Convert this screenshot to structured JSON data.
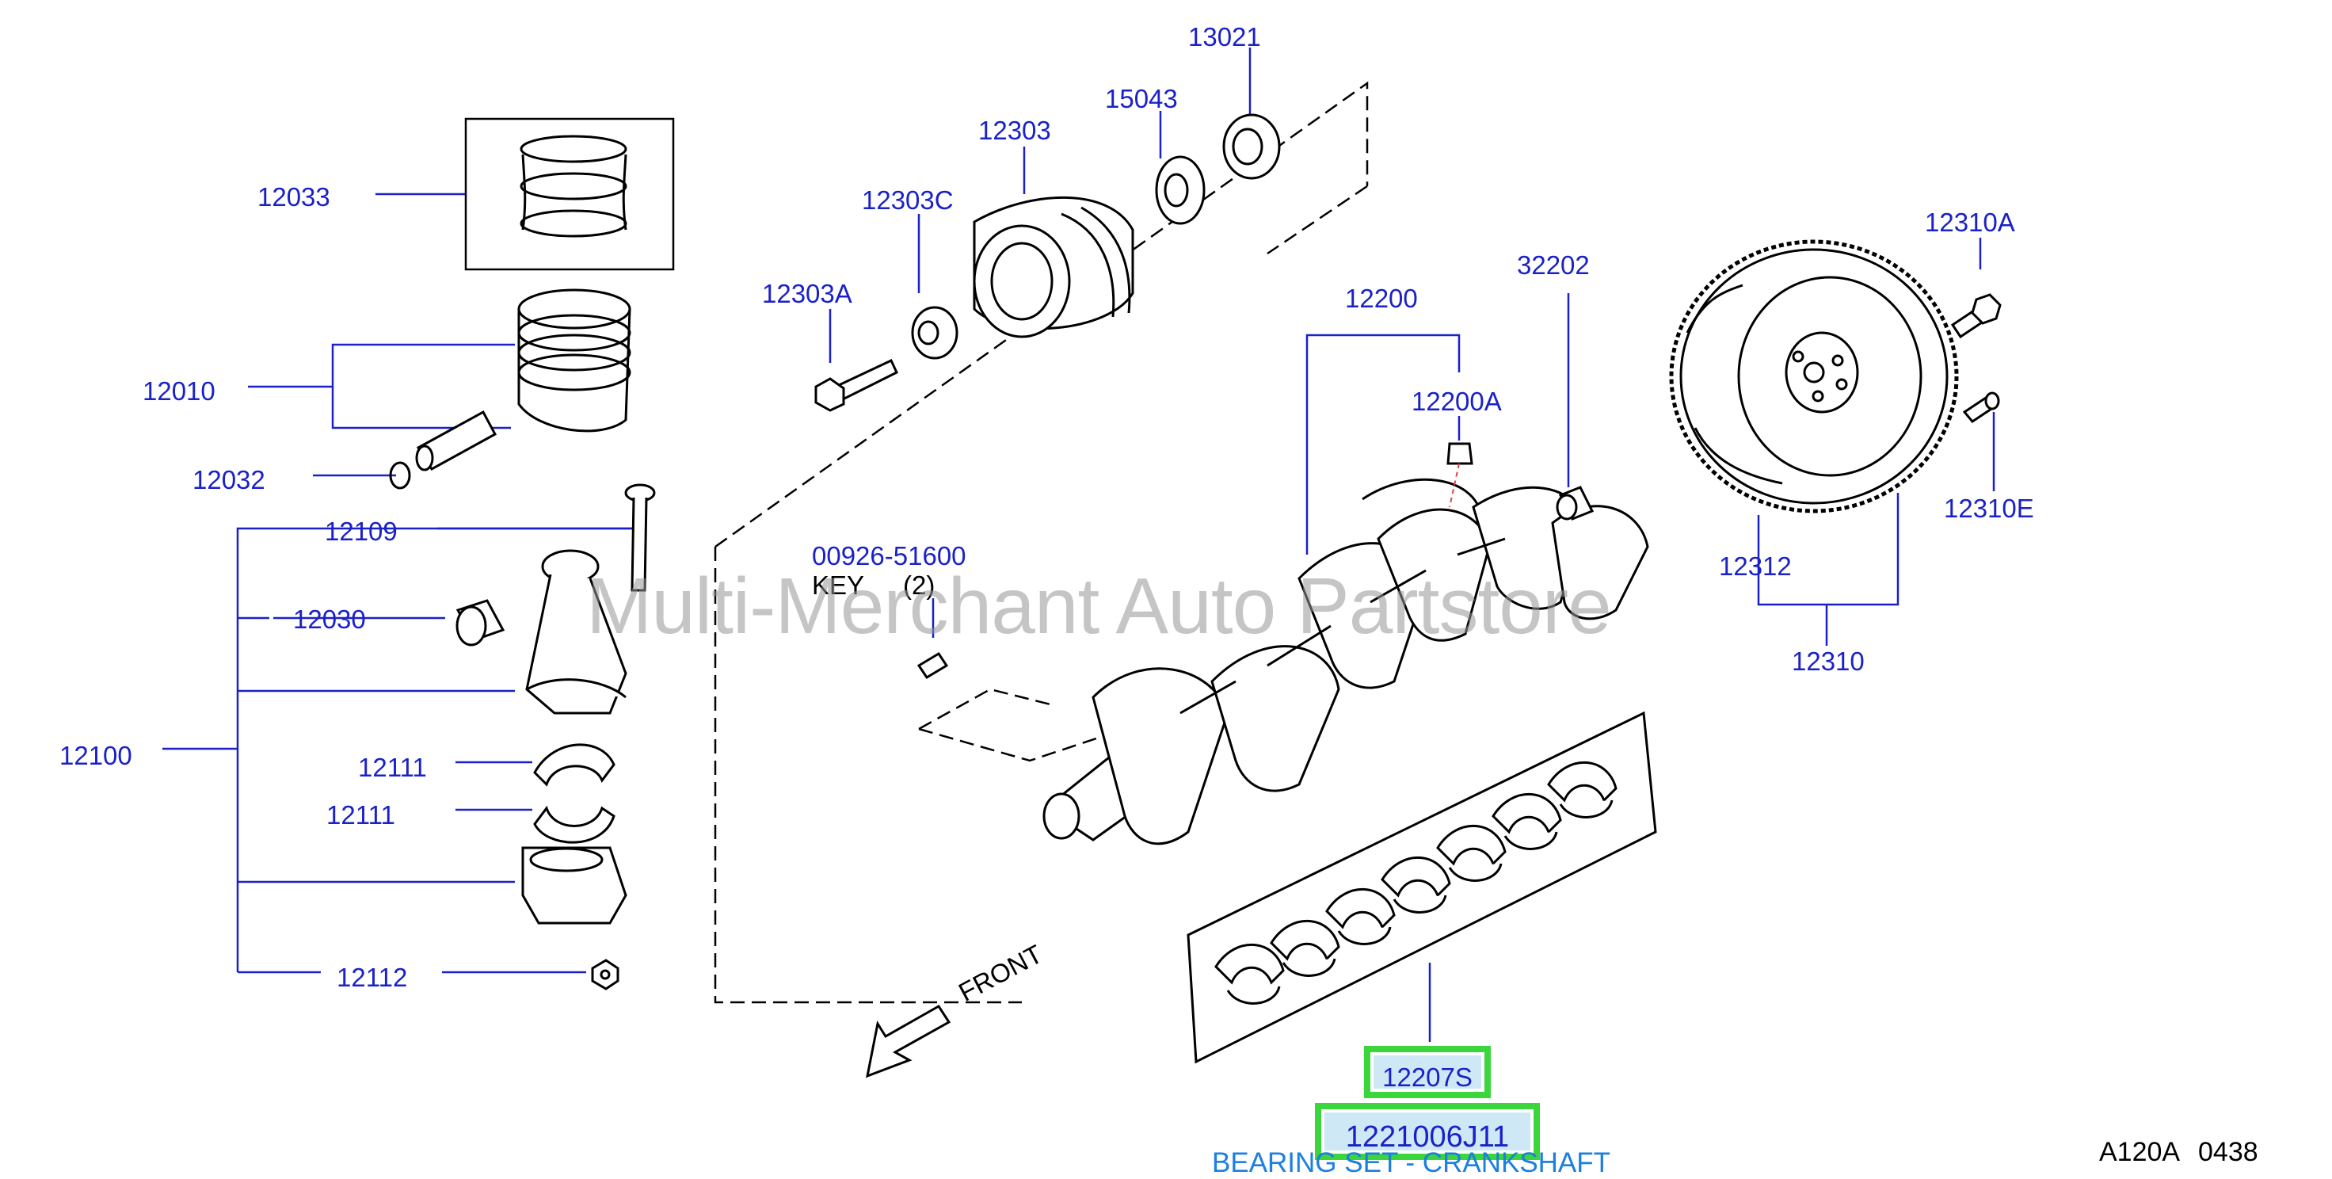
{
  "labels": {
    "p13021": "13021",
    "p15043": "15043",
    "p12303": "12303",
    "p12303c": "12303C",
    "p12303a": "12303A",
    "p12033": "12033",
    "p12010": "12010",
    "p12032": "12032",
    "p12109": "12109",
    "p12030": "12030",
    "p12100": "12100",
    "p12111a": "12111",
    "p12111b": "12111",
    "p12112": "12112",
    "p12200": "12200",
    "p12200a": "12200A",
    "p32202": "32202",
    "p12310a": "12310A",
    "p12310e": "12310E",
    "p12312": "12312",
    "p12310": "12310",
    "p00926": "00926-51600",
    "key": "KEY",
    "key_qty": "(2)",
    "front": "FRONT",
    "p12207s": "12207S"
  },
  "highlight": {
    "part_number": "1221006J11",
    "description": "BEARING SET - CRANKSHAFT",
    "border_color": "#3bd63b",
    "fill_color": "#cfe8f6"
  },
  "footer": {
    "code": "A120A",
    "number": "0438"
  },
  "watermark": "Multi-Merchant Auto Partstore",
  "colors": {
    "label": "#1a21c8",
    "caption": "#1d7fe0",
    "line": "#000000"
  }
}
